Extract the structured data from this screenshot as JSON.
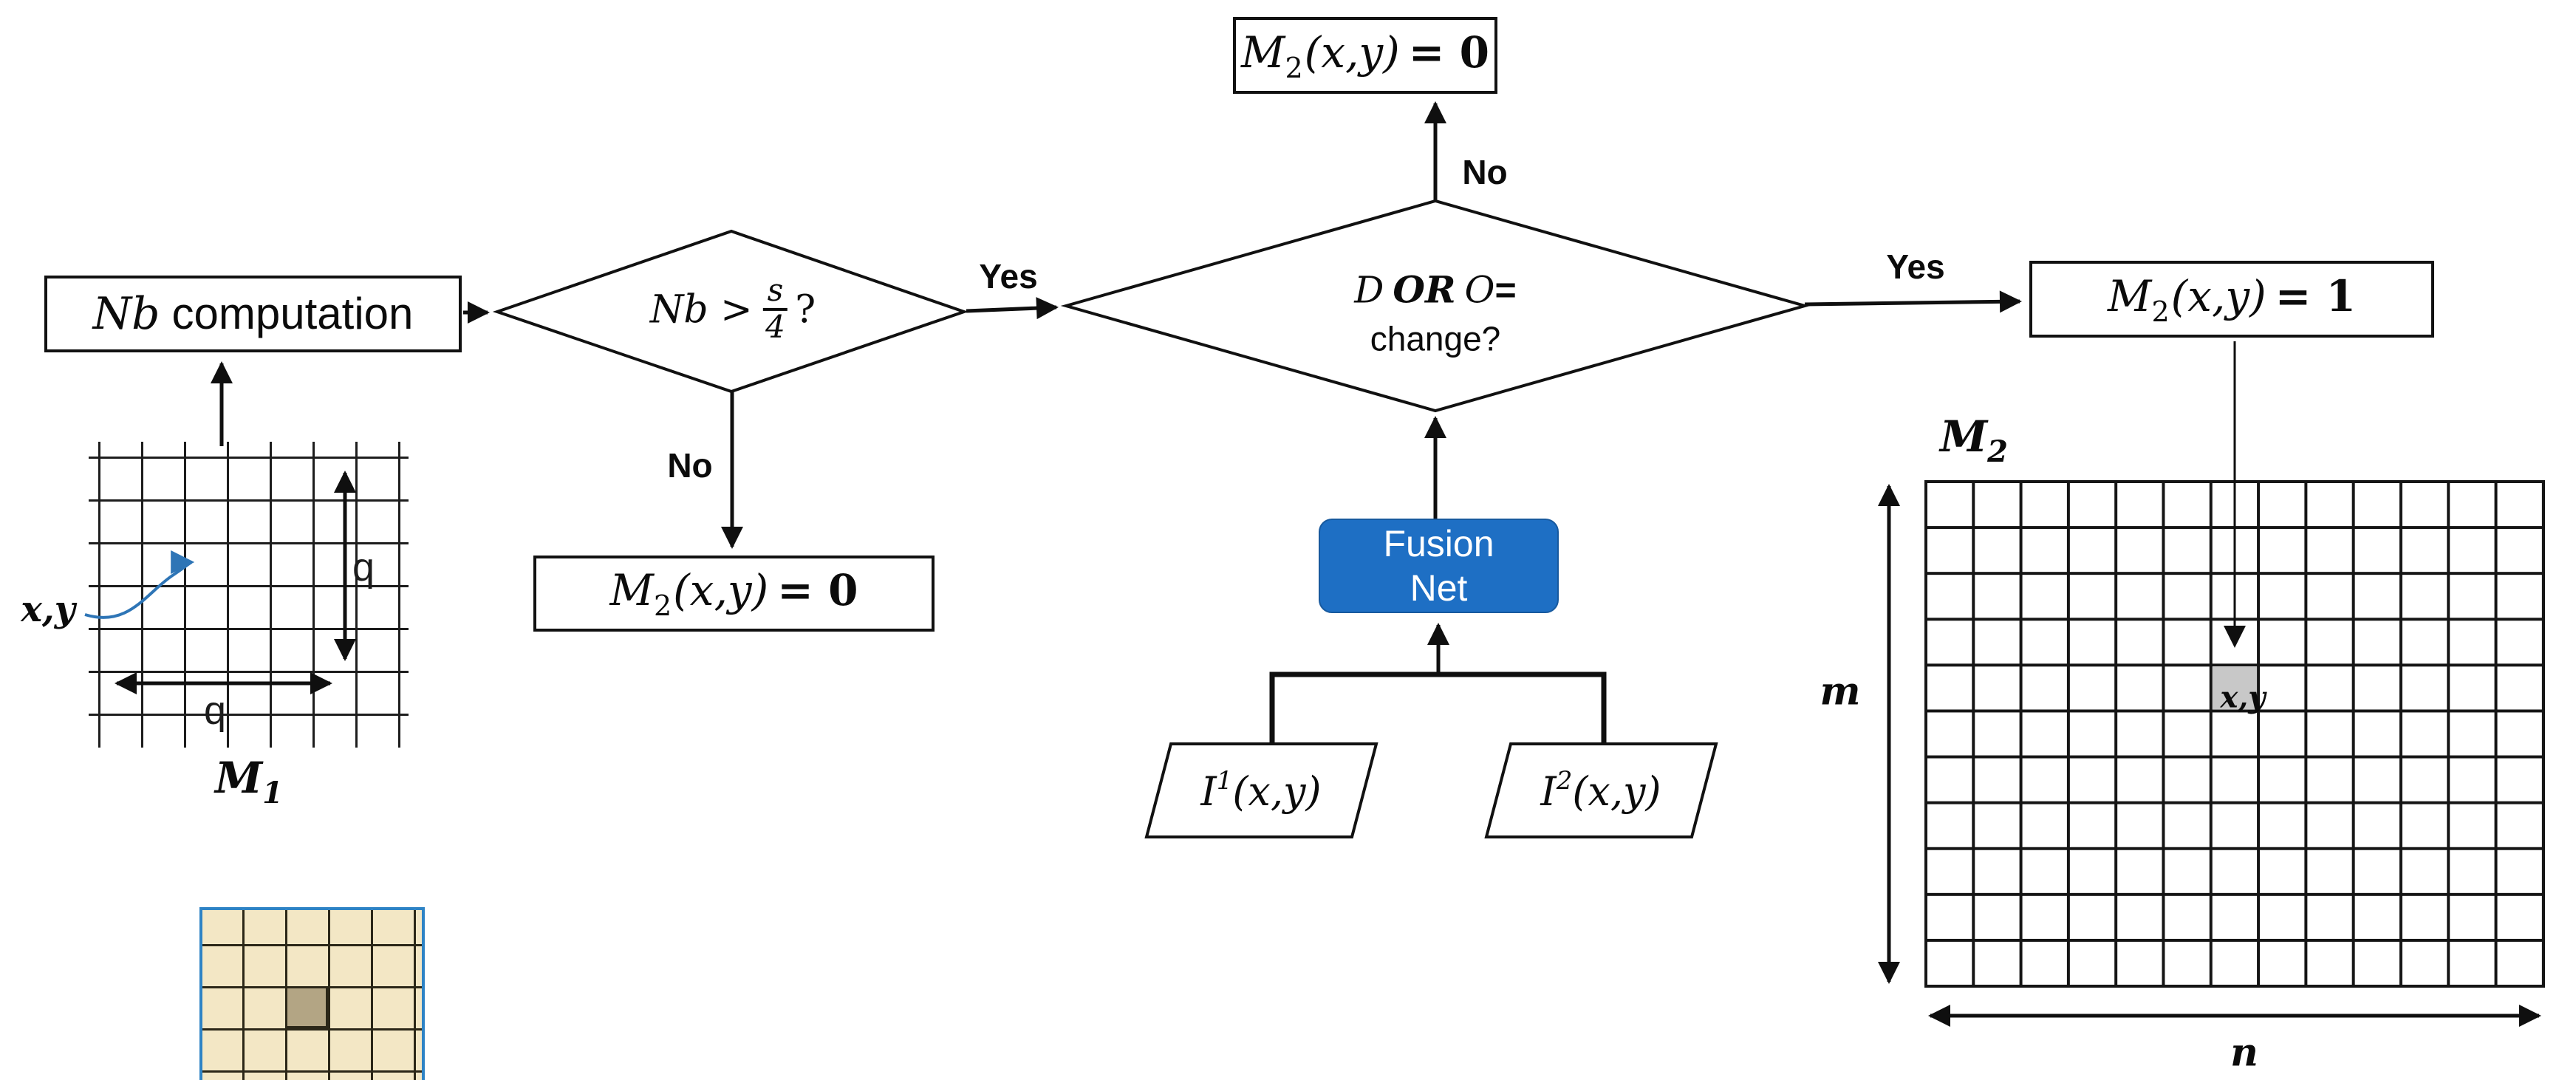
{
  "flowchart": {
    "boxes": {
      "nb": {
        "var": "Nb",
        "label": "computation"
      },
      "zero_top": {
        "base": "M",
        "sub": "2",
        "args": "(x,y)",
        "eq": "= 0"
      },
      "zero_left": {
        "base": "M",
        "sub": "2",
        "args": "(x,y)",
        "eq": "= 0"
      },
      "one_right": {
        "base": "M",
        "sub": "2",
        "args": "(x,y)",
        "eq": "= 1"
      },
      "fusion": {
        "line1": "Fusion",
        "line2": "Net"
      }
    },
    "decisions": {
      "nb_threshold": {
        "lhs": "Nb",
        "op": ">",
        "frac_num": "s",
        "frac_den": "4",
        "tail": "?"
      },
      "change": {
        "d": "D",
        "or": "OR",
        "o": "O",
        "eq": "=",
        "line2": "change?"
      }
    },
    "edge_labels": {
      "yes_nb": "Yes",
      "no_nb": "No",
      "yes_change": "Yes",
      "no_change": "No"
    },
    "io": {
      "i1": {
        "base": "I",
        "sup": "1",
        "args": "(x,y)"
      },
      "i2": {
        "base": "I",
        "sup": "2",
        "args": "(x,y)"
      }
    }
  },
  "m1_figure": {
    "title": {
      "base": "M",
      "sub": "1"
    },
    "pixel_label": "x,y",
    "q_vertical": "q",
    "q_horizontal": "q"
  },
  "m2_figure": {
    "title": {
      "base": "M",
      "sub": "2"
    },
    "rows_label": "m",
    "cols_label": "n",
    "cell_label": "x,y"
  },
  "colors": {
    "fusion_blue": "#1e6fc4",
    "window_fill": "#f3e7c5",
    "window_border": "#2e83c5",
    "highlight_cell": "#b3a584",
    "target_cell": "#c8c8c8",
    "pointer_blue": "#2e75b6",
    "line_black": "#0f0f0f"
  }
}
